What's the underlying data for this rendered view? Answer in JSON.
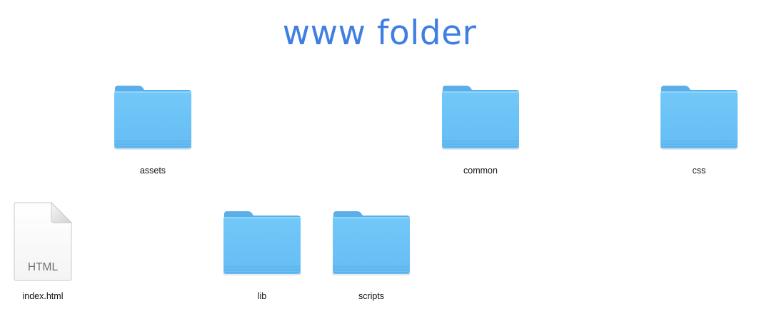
{
  "title": "www folder",
  "colors": {
    "title": "#3f7fe3",
    "folder_front": "#6cc4f7",
    "folder_back": "#5aaee6"
  },
  "items": [
    {
      "type": "folder",
      "name": "assets",
      "icon": "folder-icon"
    },
    {
      "type": "folder",
      "name": "common",
      "icon": "folder-icon"
    },
    {
      "type": "folder",
      "name": "css",
      "icon": "folder-icon"
    },
    {
      "type": "file",
      "name": "index.html",
      "icon": "html-file-icon",
      "badge": "HTML"
    },
    {
      "type": "folder",
      "name": "lib",
      "icon": "folder-icon"
    },
    {
      "type": "folder",
      "name": "scripts",
      "icon": "folder-icon"
    }
  ]
}
